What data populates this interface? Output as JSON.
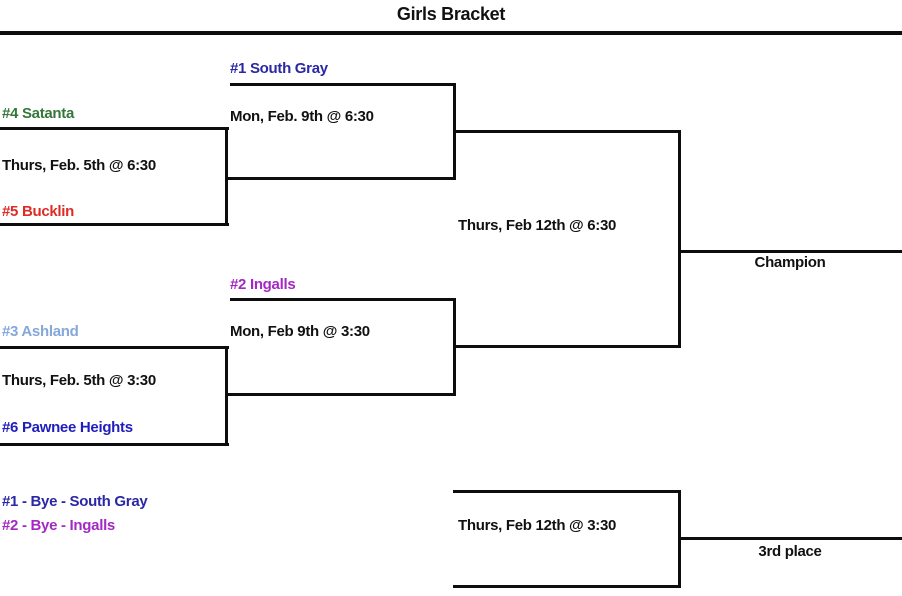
{
  "title": "Girls Bracket",
  "colors": {
    "south_gray": "#2B28A5",
    "satanta": "#35773B",
    "bucklin": "#DE2B26",
    "ashland": "#84A7DC",
    "pawnee_heights": "#1F1DBE",
    "ingalls": "#A428C4",
    "black_text": "#111111",
    "line": "#0D0D0D"
  },
  "games": {
    "round1_top": {
      "team_top": "#4 Satanta",
      "time": "Thurs, Feb. 5th @ 6:30",
      "team_bottom": "#5 Bucklin"
    },
    "round1_bottom": {
      "team_top": "#3 Ashland",
      "time": "Thurs, Feb. 5th @ 3:30",
      "team_bottom": "#6 Pawnee Heights"
    },
    "round2_top": {
      "team": "#1 South Gray",
      "time": "Mon, Feb. 9th @ 6:30"
    },
    "round2_bottom": {
      "team": "#2 Ingalls",
      "time": "Mon, Feb 9th @ 3:30"
    },
    "final": {
      "time": "Thurs, Feb 12th @ 6:30",
      "result_label": "Champion"
    },
    "third_place": {
      "time": "Thurs, Feb 12th @ 3:30",
      "result_label": "3rd place"
    }
  },
  "byes": {
    "line1": "#1 - Bye - South Gray",
    "line2": "#2 - Bye - Ingalls"
  }
}
